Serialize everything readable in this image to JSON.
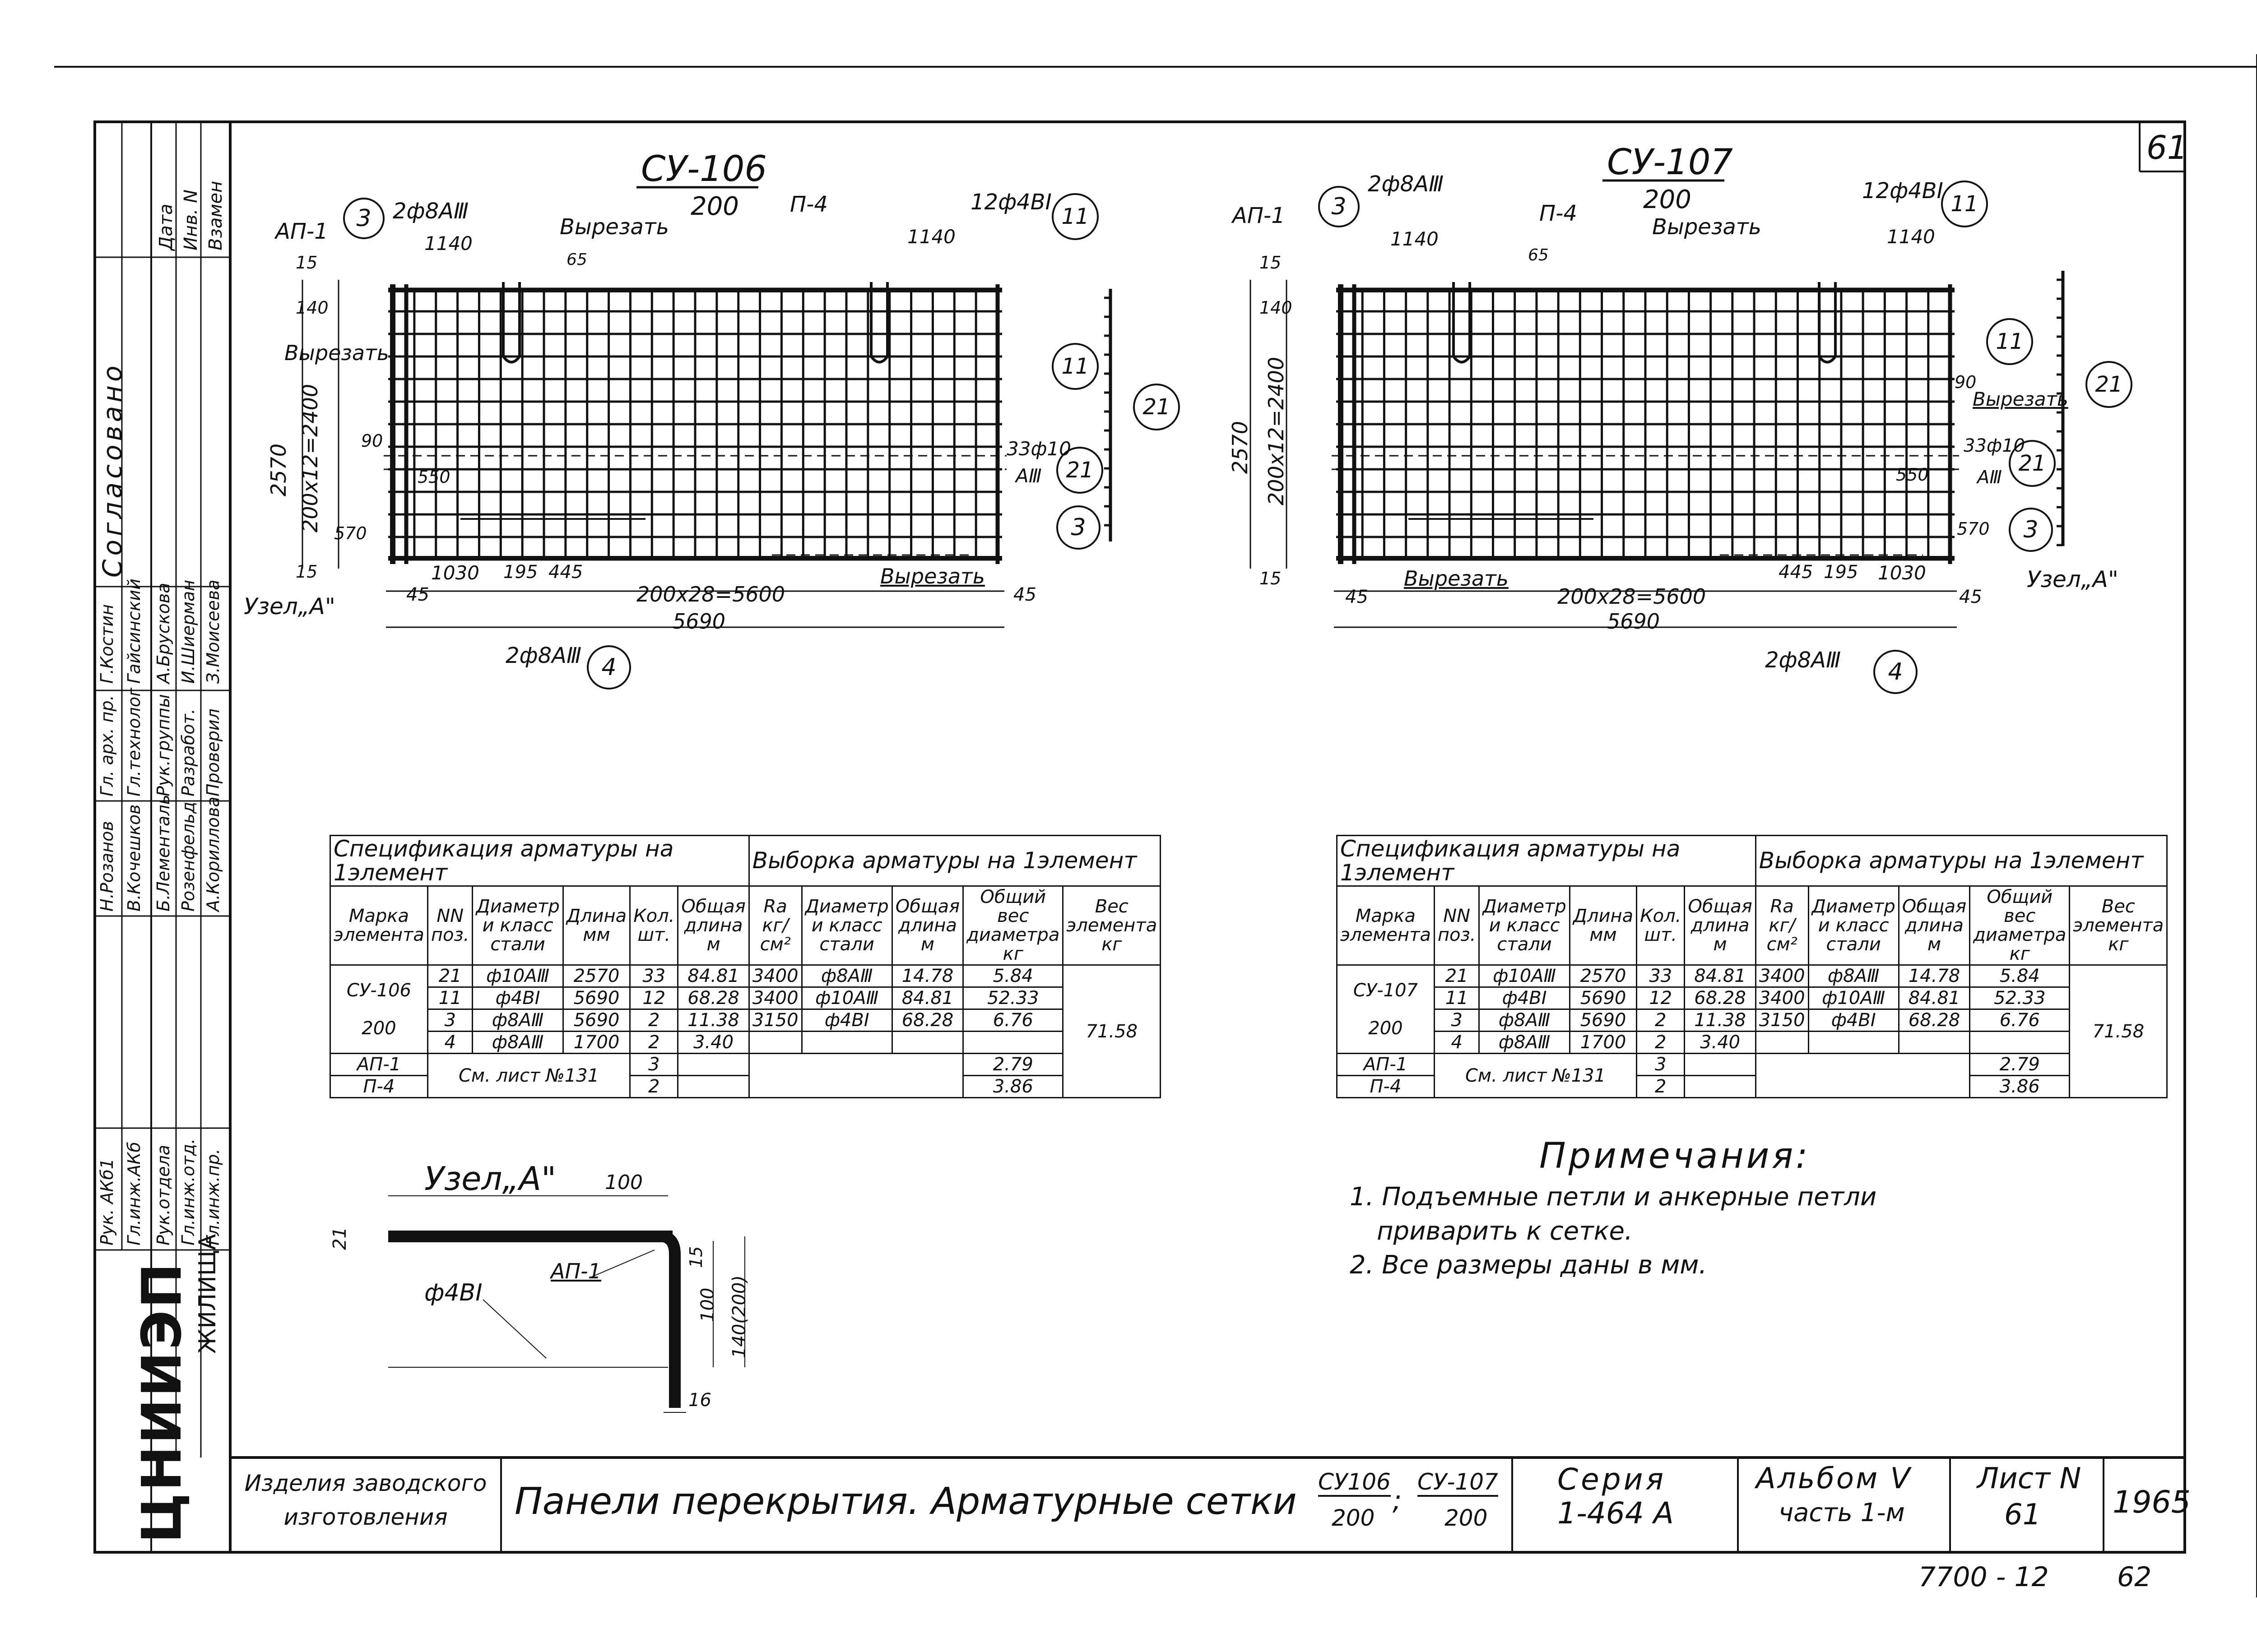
{
  "sheet_number_corner": "61",
  "drawings": [
    {
      "id": "su106",
      "title": "СУ-106",
      "subtitle": "200",
      "labels": {
        "ap1": "АП-1",
        "p4": "П-4",
        "top_left_bar": "2ф8АⅢ",
        "top_right_bar": "12ф4ВⅠ",
        "right_bar": "33ф10",
        "right_bar_class": "АⅢ",
        "bottom_bar": "2ф8АⅢ",
        "cut1": "Вырезать",
        "cut2": "Вырезать",
        "cut3": "Вырезать",
        "node": "Узел„А\"",
        "dim_1140a": "1140",
        "dim_1140b": "1140",
        "dim_65": "65",
        "dim_15a": "15",
        "dim_140": "140",
        "dim_2570": "2570",
        "dim_grid_v": "200x12=2400",
        "dim_90": "90",
        "dim_550": "550",
        "dim_570": "570",
        "dim_15b": "15",
        "dim_1030": "1030",
        "dim_195": "195",
        "dim_445": "445",
        "dim_45a": "45",
        "dim_grid_h": "200x28=5600",
        "dim_45b": "45",
        "dim_5690": "5690"
      },
      "callouts": [
        "3",
        "11",
        "11",
        "21",
        "21",
        "3",
        "4"
      ]
    },
    {
      "id": "su107",
      "title": "СУ-107",
      "subtitle": "200",
      "labels": {
        "ap1": "АП-1",
        "p4": "П-4",
        "top_left_bar": "2ф8АⅢ",
        "top_right_bar": "12ф4ВⅠ",
        "right_bar": "33ф10",
        "right_bar_class": "АⅢ",
        "bottom_bar": "2ф8АⅢ",
        "cut1": "Вырезать",
        "cut2": "Вырезать",
        "cut3": "Вырезать",
        "node": "Узел„А\"",
        "dim_1140a": "1140",
        "dim_1140b": "1140",
        "dim_65": "65",
        "dim_15a": "15",
        "dim_140": "140",
        "dim_2570": "2570",
        "dim_grid_v": "200x12=2400",
        "dim_90": "90",
        "dim_550": "550",
        "dim_570": "570",
        "dim_15b": "15",
        "dim_1030": "1030",
        "dim_195": "195",
        "dim_445": "445",
        "dim_45a": "45",
        "dim_grid_h": "200x28=5600",
        "dim_45b": "45",
        "dim_5690": "5690"
      },
      "callouts": [
        "3",
        "11",
        "11",
        "21",
        "21",
        "3",
        "4"
      ]
    }
  ],
  "spec_table": {
    "group1": "Спецификация арматуры на 1элемент",
    "group2": "Выборка арматуры на 1элемент",
    "headers": [
      "Марка элемента",
      "NN поз.",
      "Диаметр и класс стали",
      "Длина мм",
      "Кол. шт.",
      "Общая длина м",
      "Ra кг/см²",
      "Диаметр и класс стали",
      "Общая длина м",
      "Общий вес диаметра кг",
      "Вес элемента кг"
    ],
    "rows": [
      [
        "",
        "21",
        "ф10АⅢ",
        "2570",
        "33",
        "84.81",
        "3400",
        "ф8АⅢ",
        "14.78",
        "5.84"
      ],
      [
        "",
        "11",
        "ф4ВⅠ",
        "5690",
        "12",
        "68.28",
        "3400",
        "ф10АⅢ",
        "84.81",
        "52.33"
      ],
      [
        "",
        "3",
        "ф8АⅢ",
        "5690",
        "2",
        "11.38",
        "3150",
        "ф4ВⅠ",
        "68.28",
        "6.76"
      ],
      [
        "",
        "4",
        "ф8АⅢ",
        "1700",
        "2",
        "3.40",
        "",
        "",
        "",
        ""
      ]
    ],
    "rows_extra": [
      [
        "АП-1",
        "",
        "",
        "",
        "3",
        "",
        "",
        "",
        "",
        "2.79"
      ],
      [
        "П-4",
        "",
        "",
        "",
        "2",
        "",
        "",
        "",
        "",
        "3.86"
      ]
    ],
    "see_sheet": "См. лист №131",
    "total_weight": "71.58",
    "mark_106": "СУ-106",
    "mark_107": "СУ-107",
    "mark_sub": "200"
  },
  "node_detail": {
    "title": "Узел„А\"",
    "dim_100a": "100",
    "dim_21": "21",
    "dim_15": "15",
    "ap1": "АП-1",
    "bar": "ф4ВⅠ",
    "dim_100b": "100",
    "dim_140_200": "140(200)",
    "dim_16": "16"
  },
  "notes": {
    "title": "Примечания:",
    "items": [
      "1. Подъемные петли и анкерные петли",
      "приварить к сетке.",
      "2. Все размеры даны в мм."
    ]
  },
  "side_panel": {
    "col_headers": [
      "Дата",
      "Инв. N",
      "Взамен"
    ],
    "agreed": "Согласовано",
    "names1": [
      "Г.Костин",
      "Гайсинский",
      "А.Брускова",
      "И.Шиерман",
      "З.Моисеева"
    ],
    "roles1": [
      "Гл. арх. пр.",
      "Гл.технолог",
      "Рук.группы",
      "Разработ.",
      "Проверил"
    ],
    "names2": [
      "Н.Розанов",
      "В.Кочешков",
      "Б.Лементаль",
      "Розенфельд",
      "А.Кориллова"
    ],
    "roles2": [
      "Рук. АКб1",
      "Гл.инж.АКб",
      "Рук.отдела",
      "Гл.инж.отд.",
      "Гл.инж.пр."
    ],
    "org_logo": "ЦНИИЭП",
    "org_sub": "ЖИЛИЩА"
  },
  "title_block": {
    "category": "Изделия заводского изготовления",
    "title": "Панели перекрытия. Арматурные сетки",
    "frac1_num": "СУ106",
    "frac1_den": "200",
    "sep": ";",
    "frac2_num": "СУ-107",
    "frac2_den": "200",
    "series_label": "Серия",
    "series_value": "1-464 А",
    "album_label": "Альбом Ⅴ",
    "album_part": "часть 1-м",
    "sheet_label": "Лист N",
    "sheet_value": "61",
    "year": "1965"
  },
  "footer": {
    "code": "7700 - 12",
    "page": "62"
  }
}
